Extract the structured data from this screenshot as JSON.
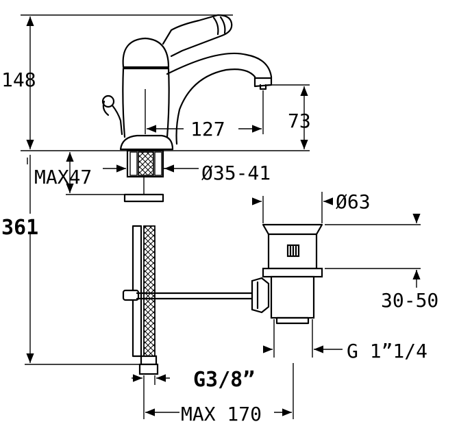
{
  "dimensions": {
    "total_height_spout": "148",
    "spout_height": "73",
    "spout_reach": "127",
    "max_deck_thickness": "MAX47",
    "hole_diameter": "Ø35-41",
    "total_height": "361",
    "waste_diameter": "Ø63",
    "waste_adjust": "30-50",
    "waste_thread": "G 1ˮ1/4",
    "hose_thread": "G3/8ˮ",
    "max_hose_offset": "MAX 170"
  },
  "colors": {
    "line": "#000000",
    "background": "#ffffff"
  }
}
